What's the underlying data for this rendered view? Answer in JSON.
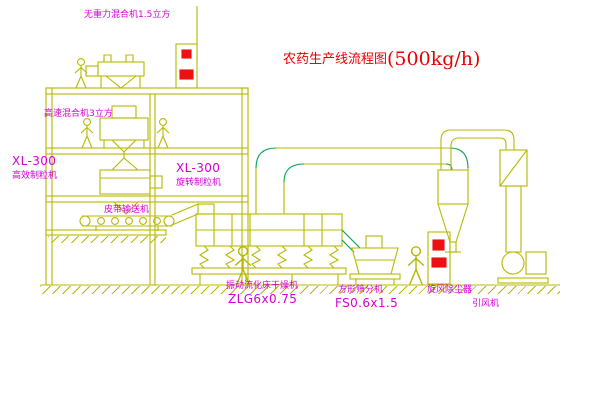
{
  "title": {
    "text": "农药生产线流程图",
    "capacity": "(500kg/h)"
  },
  "labels": {
    "gravity_mixer": "无重力混合机1.5立方",
    "high_speed_mixer": "高速混合机3立方",
    "granulator_left_model": "XL-300",
    "granulator_left_name": "高效制粒机",
    "granulator_center_model": "XL-300",
    "granulator_center_name": "旋转制粒机",
    "belt_conveyor": "皮带输送机",
    "dryer_name": "振动流化床干燥机",
    "dryer_model": "ZLG6x0.75",
    "sifter_name": "方形筛分机",
    "sifter_model": "FS0.6x1.5",
    "cyclone": "旋风除尘器",
    "fan": "引风机"
  },
  "colors": {
    "line_yellow": "#b8b800",
    "accent_green": "#00a050",
    "label_magenta": "#d400d4",
    "title_red": "#e60000",
    "alarm_red": "#ee1111",
    "background": "#ffffff"
  }
}
